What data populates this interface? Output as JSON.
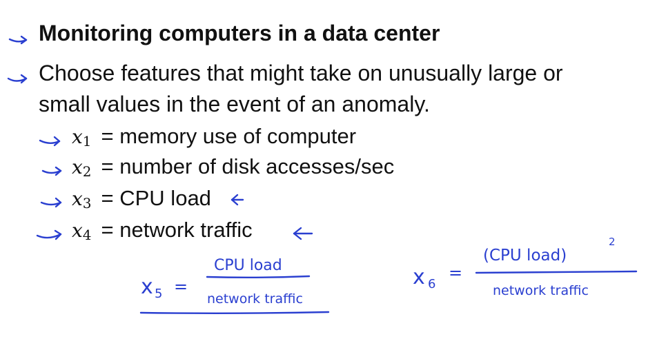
{
  "title": "Monitoring computers in a data center",
  "bullet_text_line1": "Choose features that might take on unusually large or",
  "bullet_text_line2": "small values in the event of an anomaly.",
  "features": [
    {
      "var": "x",
      "sub": "1",
      "desc": "= memory use of computer"
    },
    {
      "var": "x",
      "sub": "2",
      "desc": "= number of disk accesses/sec"
    },
    {
      "var": "x",
      "sub": "3",
      "desc": "= CPU load"
    },
    {
      "var": "x",
      "sub": "4",
      "desc": "= network traffic"
    }
  ],
  "handwriting": {
    "x5_label": "x",
    "x5_sub": "5",
    "x5_eq": "=",
    "x5_num": "CPU load",
    "x5_den": "network traffic",
    "x6_label": "x",
    "x6_sub": "6",
    "x6_eq": "=",
    "x6_num": "(CPU load)",
    "x6_exp": "2",
    "x6_den": "network traffic"
  },
  "ink_color": "#2a3fd0"
}
